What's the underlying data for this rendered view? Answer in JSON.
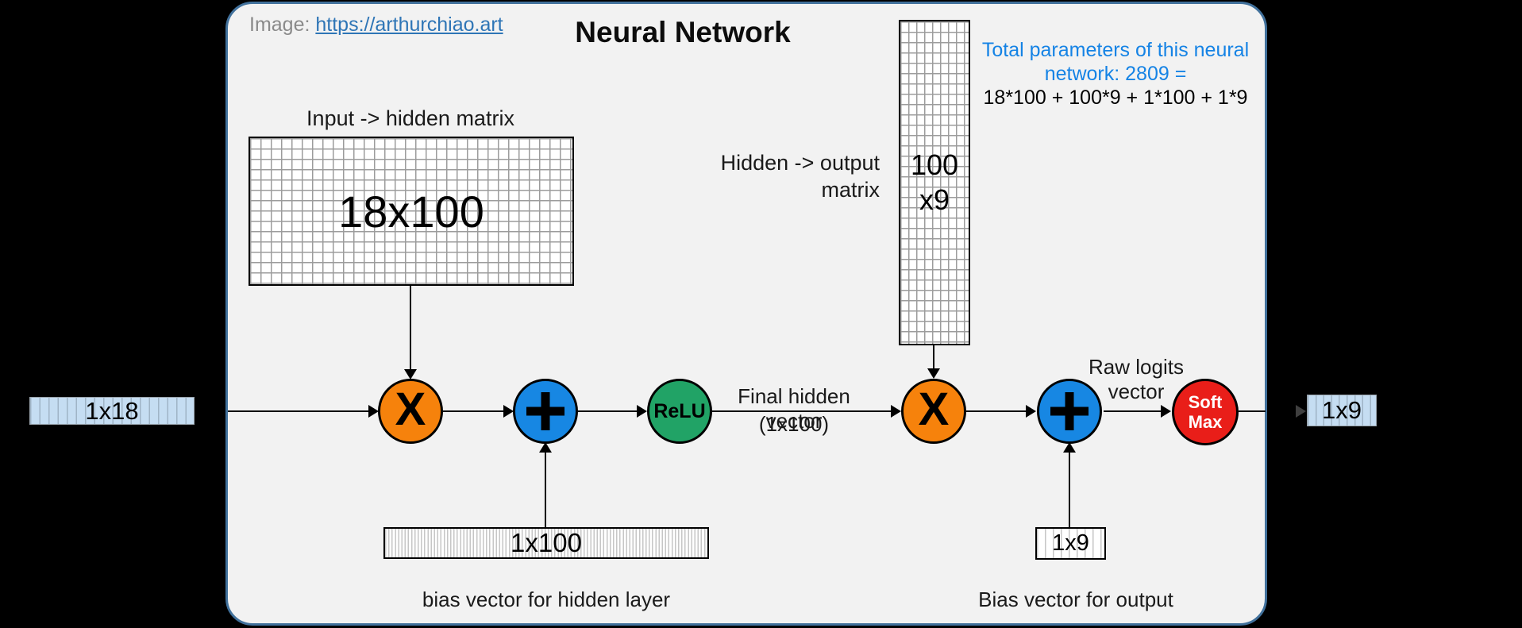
{
  "header": {
    "credit_label": "Image:",
    "credit_link": "https://arthurchiao.art",
    "title": "Neural Network",
    "note_line1": "Total parameters of this neural",
    "note_line2": "network: 2809 =",
    "note_line3": "18*100 + 100*9 + 1*100 + 1*9"
  },
  "matrices": {
    "input_hidden": {
      "label": "Input -> hidden matrix",
      "dims": "18x100"
    },
    "hidden_output": {
      "label_line1": "Hidden -> output",
      "label_line2": "matrix",
      "dims_line1": "100",
      "dims_line2": "x9"
    }
  },
  "vectors": {
    "input": "1x18",
    "output": "1x9",
    "hidden_bias": "1x100",
    "output_bias": "1x9",
    "hidden_bias_caption": "bias vector for hidden layer",
    "output_bias_caption": "Bias vector for output"
  },
  "ops": {
    "multiply1": "X",
    "add1": "+",
    "relu": "ReLU",
    "multiply2": "X",
    "add2": "+",
    "softmax_line1": "Soft",
    "softmax_line2": "Max"
  },
  "annotations": {
    "final_hidden_line1": "Final hidden vector",
    "final_hidden_line2": "(1x100)",
    "raw_logits_line1": "Raw logits",
    "raw_logits_line2": "vector"
  },
  "colors": {
    "panel_background": "#F2F2F2",
    "panel_border": "#41719C",
    "multiply_circle": "#F6820C",
    "add_circle": "#1787E3",
    "relu_circle": "#21A366",
    "softmax_circle": "#E91E19",
    "note_blue": "#1583E5",
    "link_blue": "#2E75B6",
    "vector_blue_fill": "#C5DDF2",
    "canvas_background": "#000000"
  }
}
